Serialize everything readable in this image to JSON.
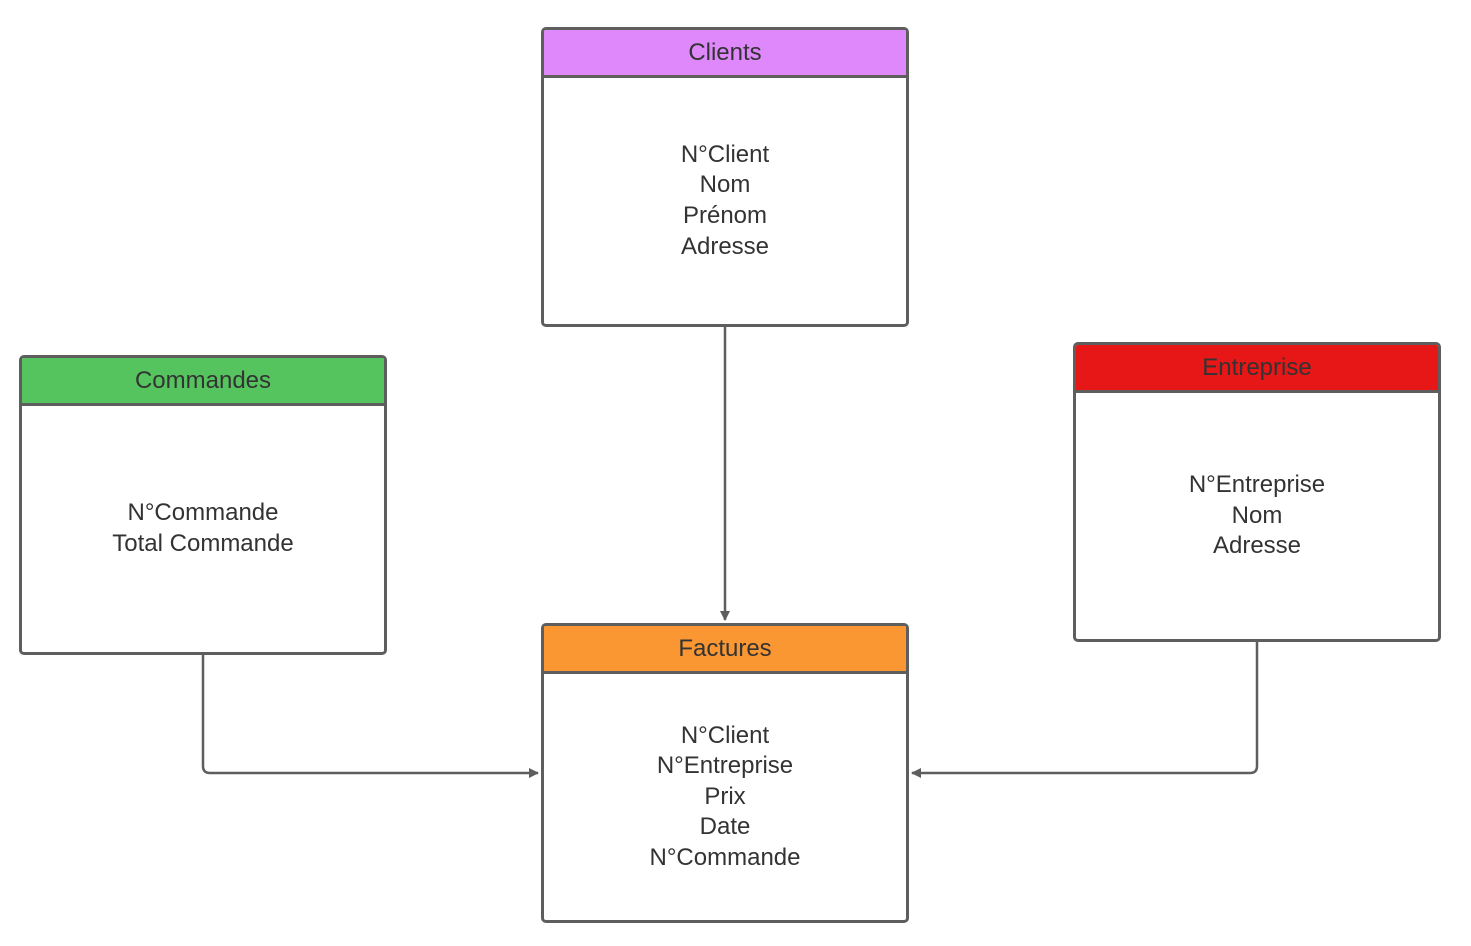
{
  "colors": {
    "border": "#5e5e5e",
    "line": "#5e5e5e",
    "text": "#333333"
  },
  "entities": {
    "clients": {
      "title": "Clients",
      "header_color": "#df88fb",
      "attributes": [
        "N°Client",
        "Nom",
        "Prénom",
        "Adresse"
      ]
    },
    "commandes": {
      "title": "Commandes",
      "header_color": "#55c45e",
      "attributes": [
        "N°Commande",
        "Total Commande"
      ]
    },
    "entreprise": {
      "title": "Entreprise",
      "header_color": "#e81717",
      "attributes": [
        "N°Entreprise",
        "Nom",
        "Adresse"
      ]
    },
    "factures": {
      "title": "Factures",
      "header_color": "#fb9733",
      "attributes": [
        "N°Client",
        "N°Entreprise",
        "Prix",
        "Date",
        "N°Commande"
      ]
    }
  },
  "connections": [
    {
      "from": "clients",
      "to": "factures"
    },
    {
      "from": "commandes",
      "to": "factures"
    },
    {
      "from": "entreprise",
      "to": "factures"
    }
  ]
}
